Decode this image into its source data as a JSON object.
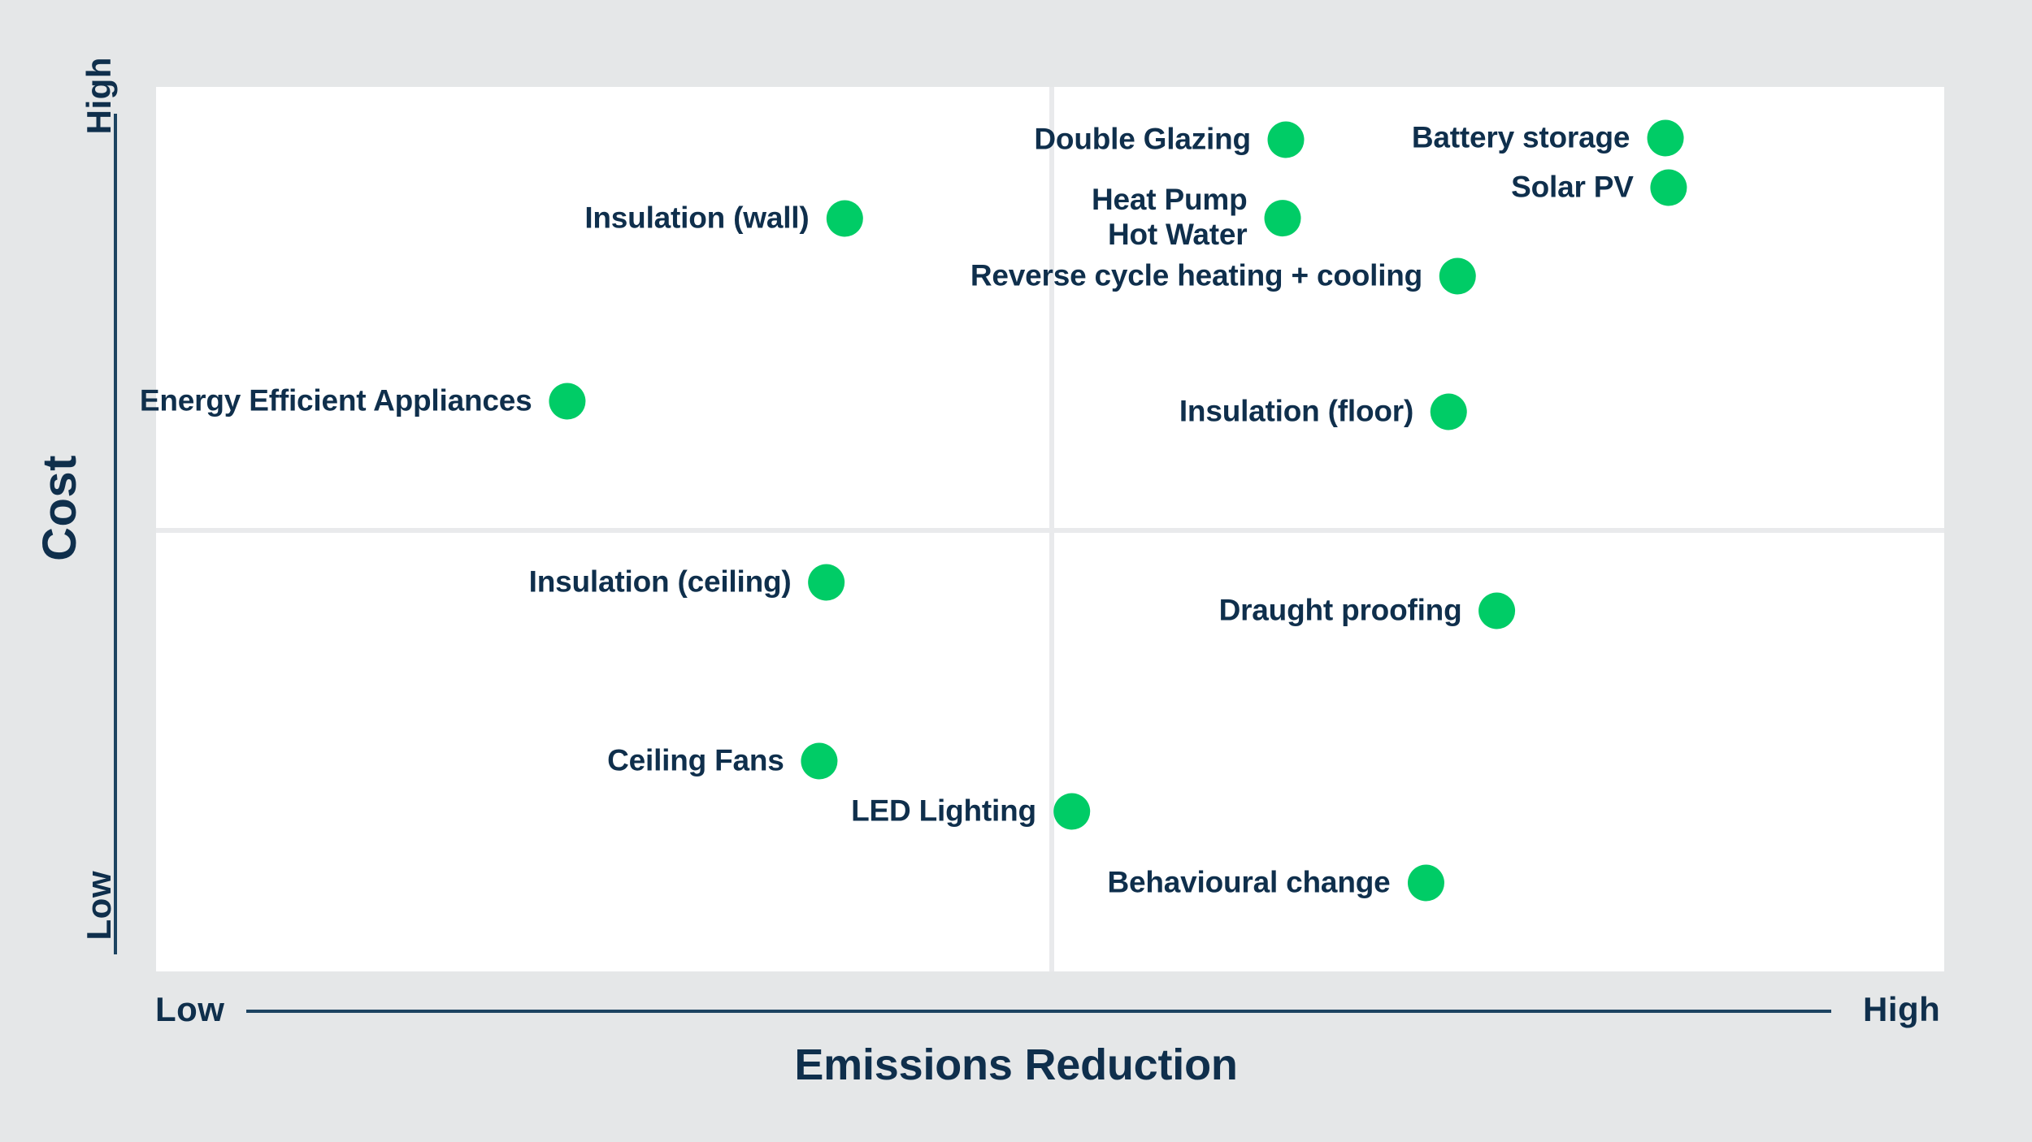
{
  "chart_data": {
    "type": "scatter",
    "title": "",
    "xlabel": "Emissions Reduction",
    "ylabel": "Cost",
    "x_tick_labels": [
      "Low",
      "High"
    ],
    "y_tick_labels": [
      "Low",
      "High"
    ],
    "xlim": [
      "Low",
      "High"
    ],
    "ylim": [
      "Low",
      "High"
    ],
    "grid": true,
    "legend": "none",
    "quadrants": {
      "vertical_divider_x_pct": 50,
      "horizontal_divider_y_pct": 50
    },
    "marker_color": "#00cc66",
    "label_color": "#0f2f4c",
    "points": [
      {
        "label": "Double Glazing",
        "x_pct": 63.2,
        "y_pct": 94.0,
        "lines": [
          "Double Glazing"
        ]
      },
      {
        "label": "Battery storage",
        "x_pct": 84.4,
        "y_pct": 94.2,
        "lines": [
          "Battery storage"
        ]
      },
      {
        "label": "Solar PV",
        "x_pct": 84.6,
        "y_pct": 88.6,
        "lines": [
          "Solar PV"
        ]
      },
      {
        "label": "Insulation (wall)",
        "x_pct": 38.5,
        "y_pct": 85.1,
        "lines": [
          "Insulation (wall)"
        ]
      },
      {
        "label": "Heat Pump Hot Water",
        "x_pct": 63.0,
        "y_pct": 85.2,
        "lines": [
          "Heat Pump",
          "Hot Water"
        ]
      },
      {
        "label": "Reverse cycle heating + cooling",
        "x_pct": 72.8,
        "y_pct": 78.6,
        "lines": [
          "Reverse cycle heating + cooling"
        ]
      },
      {
        "label": "Energy Efficient Appliances",
        "x_pct": 23.0,
        "y_pct": 64.5,
        "lines": [
          "Energy Efficient Appliances"
        ]
      },
      {
        "label": "Insulation (floor)",
        "x_pct": 72.3,
        "y_pct": 63.3,
        "lines": [
          "Insulation (floor)"
        ]
      },
      {
        "label": "Insulation (ceiling)",
        "x_pct": 37.5,
        "y_pct": 44.0,
        "lines": [
          "Insulation (ceiling)"
        ]
      },
      {
        "label": "Draught proofing",
        "x_pct": 75.0,
        "y_pct": 40.8,
        "lines": [
          "Draught proofing"
        ]
      },
      {
        "label": "Ceiling Fans",
        "x_pct": 37.1,
        "y_pct": 23.8,
        "lines": [
          "Ceiling Fans"
        ]
      },
      {
        "label": "LED Lighting",
        "x_pct": 51.2,
        "y_pct": 18.1,
        "lines": [
          "LED Lighting"
        ]
      },
      {
        "label": "Behavioural change",
        "x_pct": 71.0,
        "y_pct": 10.0,
        "lines": [
          "Behavioural change"
        ]
      }
    ]
  },
  "axes": {
    "x": {
      "title": "Emissions Reduction",
      "low": "Low",
      "high": "High"
    },
    "y": {
      "title": "Cost",
      "low": "Low",
      "high": "High"
    }
  }
}
